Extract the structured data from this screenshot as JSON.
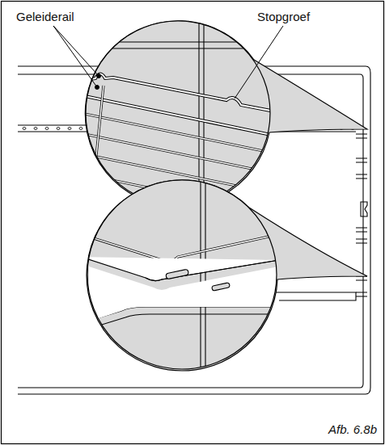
{
  "diagram": {
    "caption": "Afb. 6.8b",
    "labels": [
      "Geleiderail",
      "Stopgroef"
    ]
  }
}
